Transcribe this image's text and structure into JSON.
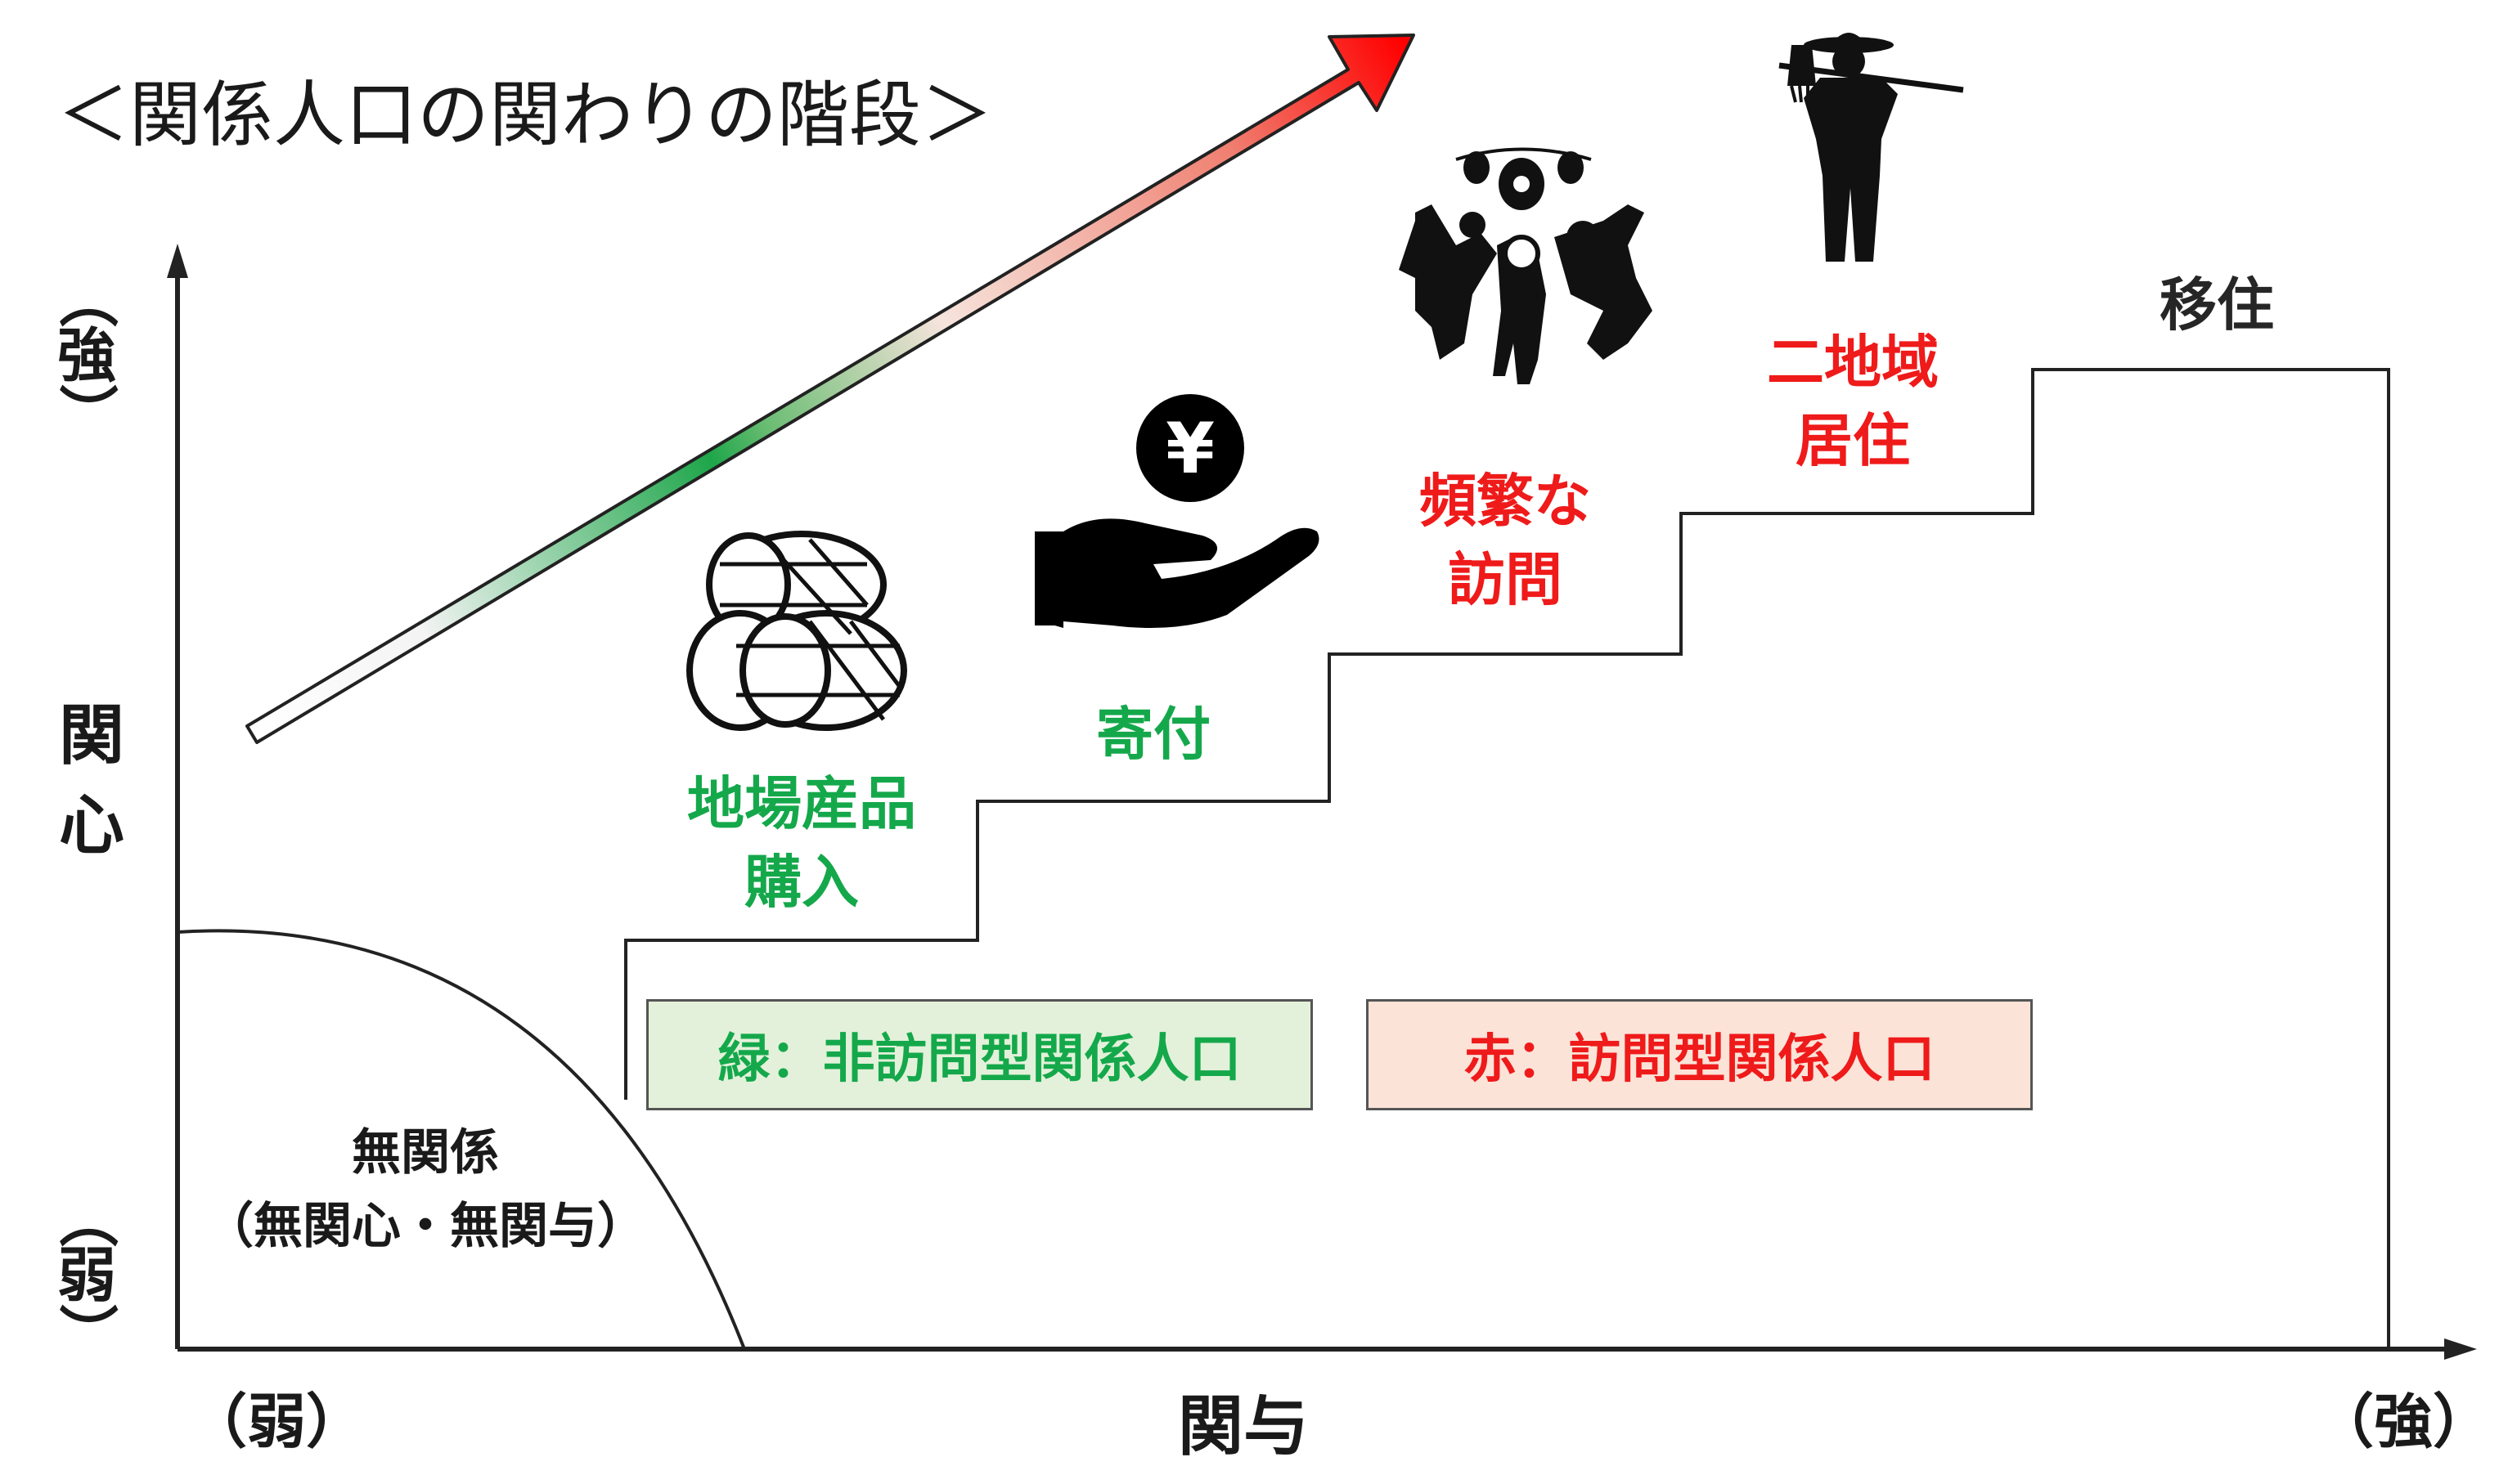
{
  "title": "＜関係人口の関わりの階段＞",
  "y_axis": {
    "strong": [
      "（",
      "強",
      "）"
    ],
    "label": [
      "関",
      "心"
    ],
    "weak": [
      "（",
      "弱",
      "）"
    ]
  },
  "x_axis": {
    "weak": "（弱）",
    "label": "関与",
    "strong": "（強）"
  },
  "steps": [
    {
      "lines": [
        "地場産品",
        "購入"
      ],
      "color": "#14a84b",
      "icon": "rice-bales-icon"
    },
    {
      "lines": [
        "寄付"
      ],
      "color": "#14a84b",
      "icon": "hand-yen-coin-icon"
    },
    {
      "lines": [
        "頻繁な",
        "訪問"
      ],
      "color": "#ef1a1a",
      "icon": "festival-dancers-icon"
    },
    {
      "lines": [
        "二地域",
        "居住"
      ],
      "color": "#ef1a1a",
      "icon": "farmer-with-hoe-icon"
    },
    {
      "lines": [
        "移住"
      ],
      "color": "#262626"
    }
  ],
  "uninvolved": {
    "line1": "無関係",
    "line2": "（無関心・無関与）"
  },
  "legend": {
    "green": "緑：非訪問型関係人口",
    "red": "赤：訪問型関係人口"
  },
  "colors": {
    "green": "#14a84b",
    "red": "#ef1a1a",
    "axis": "#222222",
    "coin": "#000000"
  },
  "coin_symbol": "¥"
}
